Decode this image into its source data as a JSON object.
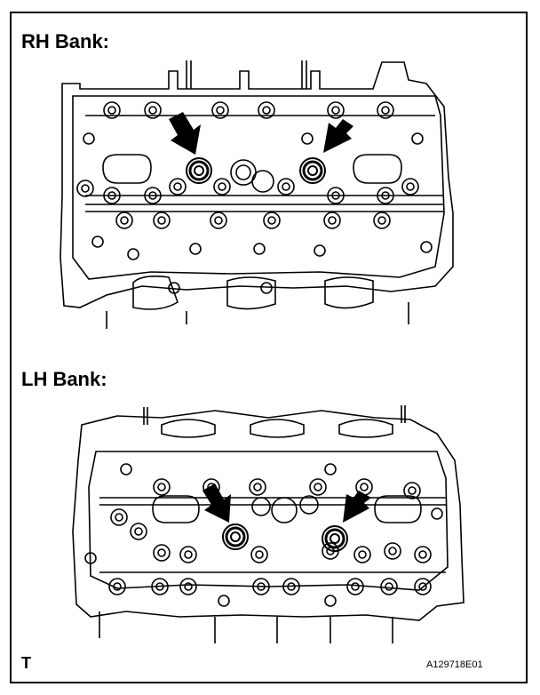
{
  "sections": [
    {
      "label": "RH Bank:"
    },
    {
      "label": "LH Bank:"
    }
  ],
  "footer": {
    "corner_letter": "T",
    "figure_code": "A129718E01"
  },
  "colors": {
    "line": "#000000",
    "background": "#ffffff"
  },
  "icons": {
    "pointer": "arrow-icon",
    "highlighted_part": "plug-seal-icon"
  }
}
